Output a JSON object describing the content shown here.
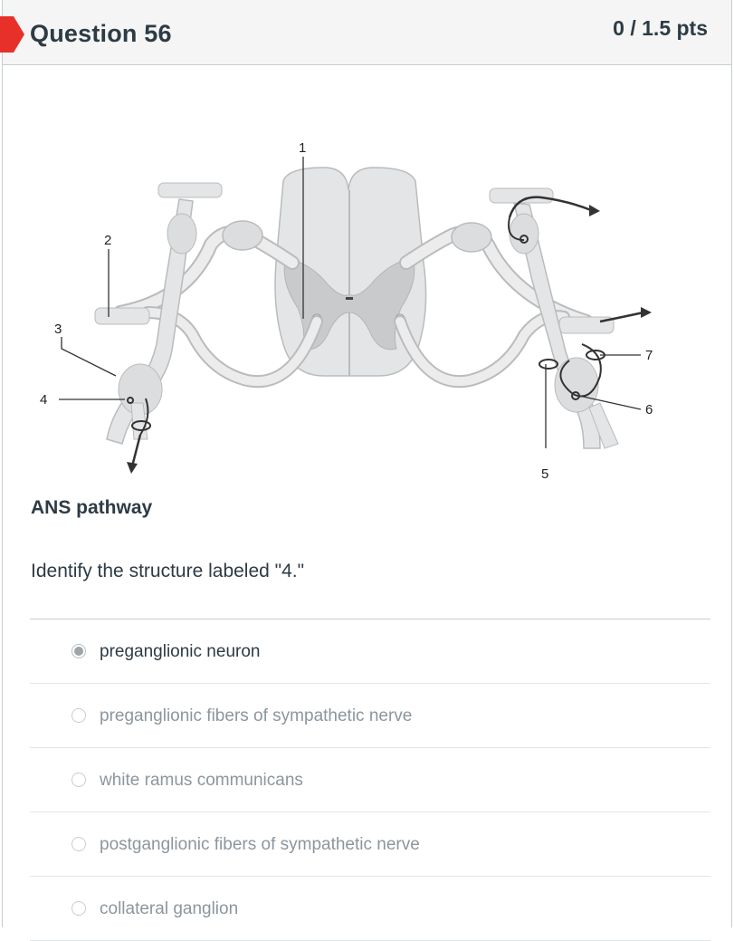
{
  "header": {
    "title": "Question 56",
    "points": "0 / 1.5 pts"
  },
  "figure": {
    "labels": [
      "1",
      "2",
      "3",
      "4",
      "5",
      "6",
      "7"
    ]
  },
  "caption": "ANS pathway",
  "prompt": "Identify the structure labeled \"4.\"",
  "answers": [
    {
      "label": "preganglionic neuron",
      "selected": true
    },
    {
      "label": "preganglionic fibers of sympathetic nerve",
      "selected": false
    },
    {
      "label": "white ramus communicans",
      "selected": false
    },
    {
      "label": "postganglionic fibers of sympathetic nerve",
      "selected": false
    },
    {
      "label": "collateral ganglion",
      "selected": false
    }
  ],
  "colors": {
    "flag": "#e8302b",
    "header_bg": "#f5f5f5",
    "text": "#2d3b45",
    "muted": "#8b969e"
  }
}
